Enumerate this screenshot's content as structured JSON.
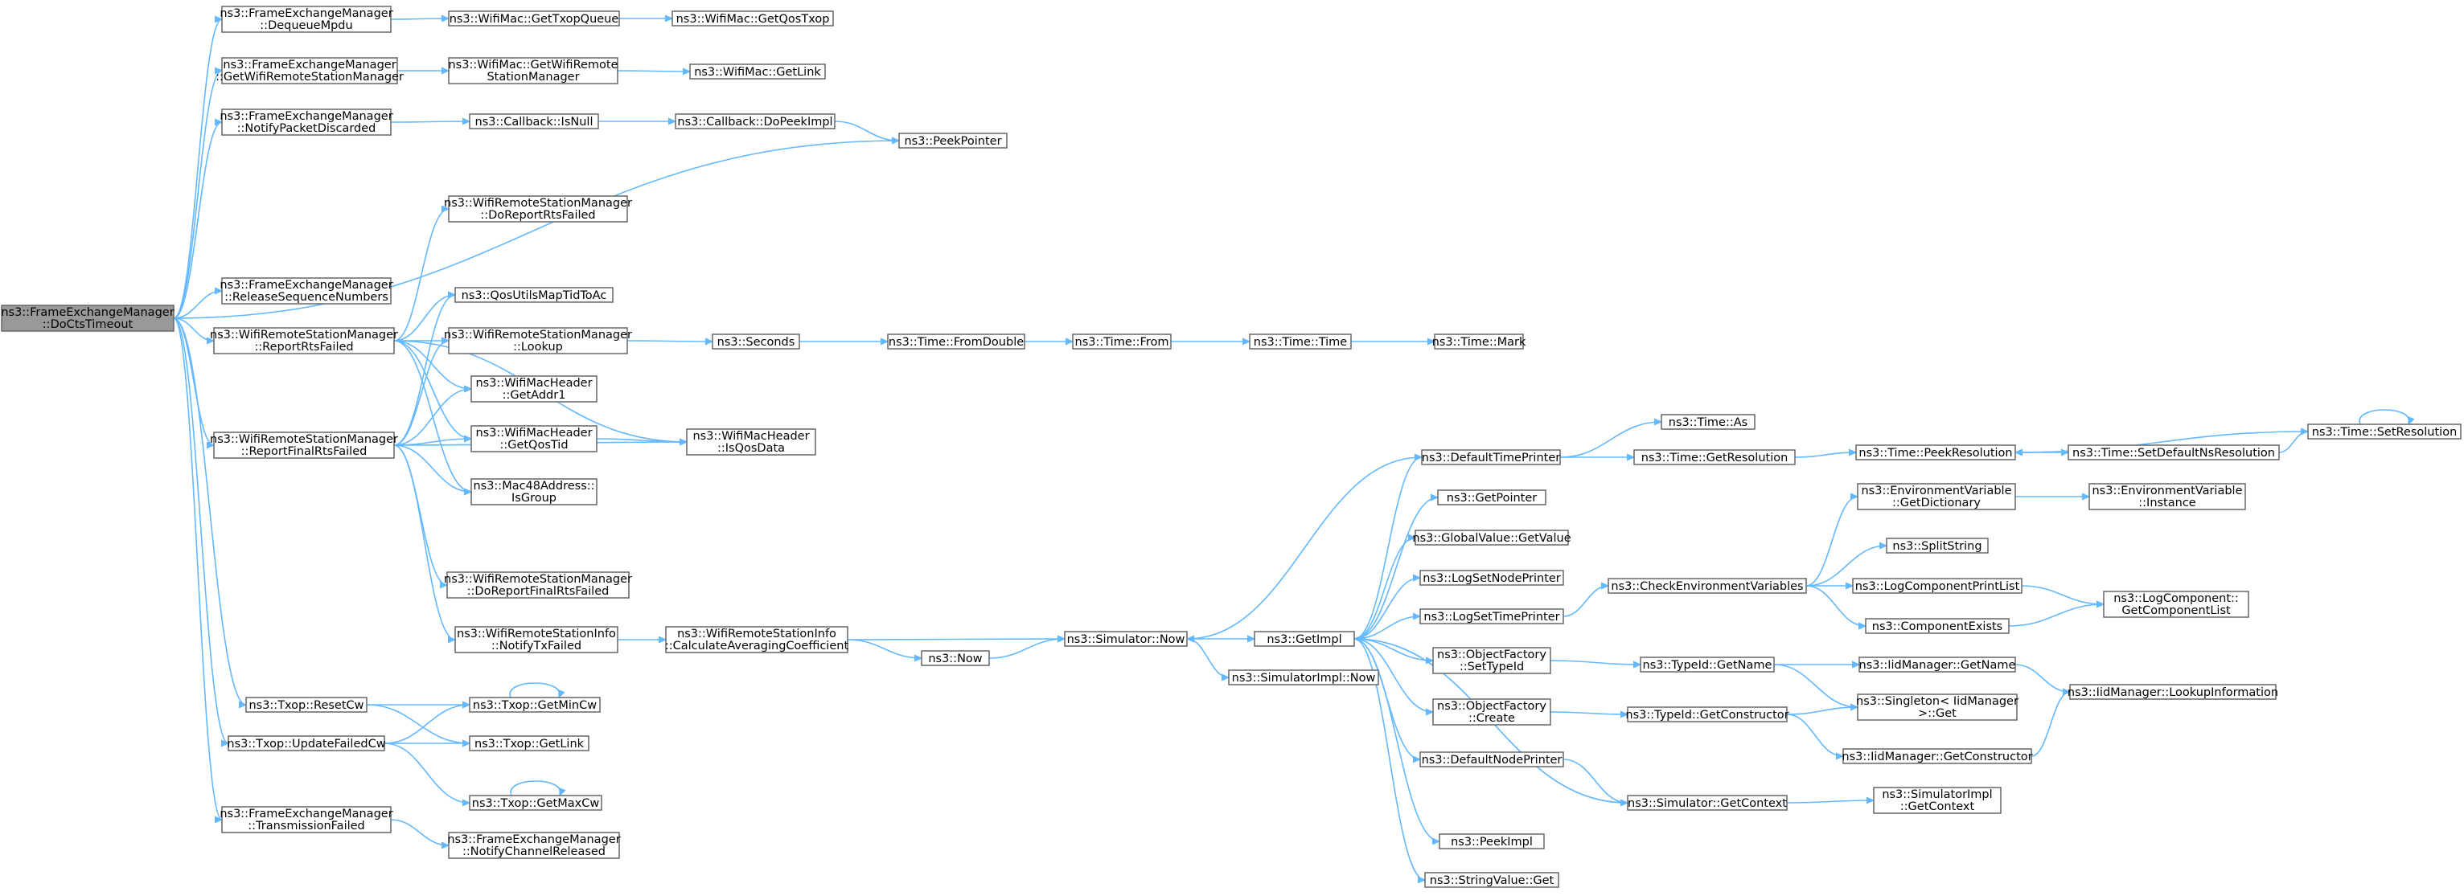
{
  "nodes": [
    {
      "id": "root",
      "label": [
        "ns3::FrameExchangeManager",
        "::DoCtsTimeout"
      ],
      "root": true
    },
    {
      "id": "dequeueMpdu",
      "label": [
        "ns3::FrameExchangeManager",
        "::DequeueMpdu"
      ]
    },
    {
      "id": "getWifiRSM",
      "label": [
        "ns3::FrameExchangeManager",
        "::GetWifiRemoteStationManager"
      ]
    },
    {
      "id": "notifyPacketDiscarded",
      "label": [
        "ns3::FrameExchangeManager",
        "::NotifyPacketDiscarded"
      ]
    },
    {
      "id": "releaseSeqNums",
      "label": [
        "ns3::FrameExchangeManager",
        "::ReleaseSequenceNumbers"
      ]
    },
    {
      "id": "reportRtsFailed",
      "label": [
        "ns3::WifiRemoteStationManager",
        "::ReportRtsFailed"
      ]
    },
    {
      "id": "reportFinalRtsFailed",
      "label": [
        "ns3::WifiRemoteStationManager",
        "::ReportFinalRtsFailed"
      ]
    },
    {
      "id": "resetCw",
      "label": [
        "ns3::Txop::ResetCw"
      ]
    },
    {
      "id": "updateFailedCw",
      "label": [
        "ns3::Txop::UpdateFailedCw"
      ]
    },
    {
      "id": "transmissionFailed",
      "label": [
        "ns3::FrameExchangeManager",
        "::TransmissionFailed"
      ]
    },
    {
      "id": "getTxopQueue",
      "label": [
        "ns3::WifiMac::GetTxopQueue"
      ]
    },
    {
      "id": "getQosTxop",
      "label": [
        "ns3::WifiMac::GetQosTxop"
      ]
    },
    {
      "id": "macGetWifiRSM",
      "label": [
        "ns3::WifiMac::GetWifiRemote",
        "StationManager"
      ]
    },
    {
      "id": "macGetLink",
      "label": [
        "ns3::WifiMac::GetLink"
      ]
    },
    {
      "id": "cbIsNull",
      "label": [
        "ns3::Callback::IsNull"
      ]
    },
    {
      "id": "cbDoPeekImpl",
      "label": [
        "ns3::Callback::DoPeekImpl"
      ]
    },
    {
      "id": "peekPointer",
      "label": [
        "ns3::PeekPointer"
      ]
    },
    {
      "id": "doReportRtsFailed",
      "label": [
        "ns3::WifiRemoteStationManager",
        "::DoReportRtsFailed"
      ]
    },
    {
      "id": "qosUtils",
      "label": [
        "ns3::QosUtilsMapTidToAc"
      ]
    },
    {
      "id": "lookup",
      "label": [
        "ns3::WifiRemoteStationManager",
        "::Lookup"
      ]
    },
    {
      "id": "getAddr1",
      "label": [
        "ns3::WifiMacHeader",
        "::GetAddr1"
      ]
    },
    {
      "id": "getQosTid",
      "label": [
        "ns3::WifiMacHeader",
        "::GetQosTid"
      ]
    },
    {
      "id": "isQosData",
      "label": [
        "ns3::WifiMacHeader",
        "::IsQosData"
      ]
    },
    {
      "id": "isGroup",
      "label": [
        "ns3::Mac48Address::",
        "IsGroup"
      ]
    },
    {
      "id": "doReportFinalRtsFailed",
      "label": [
        "ns3::WifiRemoteStationManager",
        "::DoReportFinalRtsFailed"
      ]
    },
    {
      "id": "notifyTxFailed",
      "label": [
        "ns3::WifiRemoteStationInfo",
        "::NotifyTxFailed"
      ]
    },
    {
      "id": "calcAvgCoef",
      "label": [
        "ns3::WifiRemoteStationInfo",
        "::CalculateAveragingCoefficient"
      ]
    },
    {
      "id": "now",
      "label": [
        "ns3::Now"
      ]
    },
    {
      "id": "simNow",
      "label": [
        "ns3::Simulator::Now"
      ]
    },
    {
      "id": "getImpl",
      "label": [
        "ns3::GetImpl"
      ]
    },
    {
      "id": "simImplNow",
      "label": [
        "ns3::SimulatorImpl::Now"
      ]
    },
    {
      "id": "seconds",
      "label": [
        "ns3::Seconds"
      ]
    },
    {
      "id": "fromDouble",
      "label": [
        "ns3::Time::FromDouble"
      ]
    },
    {
      "id": "timeFrom",
      "label": [
        "ns3::Time::From"
      ]
    },
    {
      "id": "timeTime",
      "label": [
        "ns3::Time::Time"
      ]
    },
    {
      "id": "timeMark",
      "label": [
        "ns3::Time::Mark"
      ]
    },
    {
      "id": "getMinCw",
      "label": [
        "ns3::Txop::GetMinCw"
      ]
    },
    {
      "id": "txopGetLink",
      "label": [
        "ns3::Txop::GetLink"
      ]
    },
    {
      "id": "getMaxCw",
      "label": [
        "ns3::Txop::GetMaxCw"
      ]
    },
    {
      "id": "notifyChannelReleased",
      "label": [
        "ns3::FrameExchangeManager",
        "::NotifyChannelReleased"
      ]
    },
    {
      "id": "defaultTimePrinter",
      "label": [
        "ns3::DefaultTimePrinter"
      ]
    },
    {
      "id": "timeAs",
      "label": [
        "ns3::Time::As"
      ]
    },
    {
      "id": "getResolution",
      "label": [
        "ns3::Time::GetResolution"
      ]
    },
    {
      "id": "peekResolution",
      "label": [
        "ns3::Time::PeekResolution"
      ]
    },
    {
      "id": "setDefaultNsRes",
      "label": [
        "ns3::Time::SetDefaultNsResolution"
      ]
    },
    {
      "id": "setResolution",
      "label": [
        "ns3::Time::SetResolution"
      ]
    },
    {
      "id": "getPointer",
      "label": [
        "ns3::GetPointer"
      ]
    },
    {
      "id": "globalValueGet",
      "label": [
        "ns3::GlobalValue::GetValue"
      ]
    },
    {
      "id": "logSetNodePrinter",
      "label": [
        "ns3::LogSetNodePrinter"
      ]
    },
    {
      "id": "logSetTimePrinter",
      "label": [
        "ns3::LogSetTimePrinter"
      ]
    },
    {
      "id": "objFactorySetTypeId",
      "label": [
        "ns3::ObjectFactory",
        "::SetTypeId"
      ]
    },
    {
      "id": "objFactoryCreate",
      "label": [
        "ns3::ObjectFactory",
        "::Create"
      ]
    },
    {
      "id": "defaultNodePrinter",
      "label": [
        "ns3::DefaultNodePrinter"
      ]
    },
    {
      "id": "peekImpl",
      "label": [
        "ns3::PeekImpl"
      ]
    },
    {
      "id": "stringValueGet",
      "label": [
        "ns3::StringValue::Get"
      ]
    },
    {
      "id": "checkEnvVars",
      "label": [
        "ns3::CheckEnvironmentVariables"
      ]
    },
    {
      "id": "envGetDict",
      "label": [
        "ns3::EnvironmentVariable",
        "::GetDictionary"
      ]
    },
    {
      "id": "envInstance",
      "label": [
        "ns3::EnvironmentVariable",
        "::Instance"
      ]
    },
    {
      "id": "splitString",
      "label": [
        "ns3::SplitString"
      ]
    },
    {
      "id": "logCompPrintList",
      "label": [
        "ns3::LogComponentPrintList"
      ]
    },
    {
      "id": "componentExists",
      "label": [
        "ns3::ComponentExists"
      ]
    },
    {
      "id": "logCompGetList",
      "label": [
        "ns3::LogComponent::",
        "GetComponentList"
      ]
    },
    {
      "id": "typeIdGetName",
      "label": [
        "ns3::TypeId::GetName"
      ]
    },
    {
      "id": "typeIdGetCtor",
      "label": [
        "ns3::TypeId::GetConstructor"
      ]
    },
    {
      "id": "iidGetName",
      "label": [
        "ns3::IidManager::GetName"
      ]
    },
    {
      "id": "singletonGet",
      "label": [
        "ns3::Singleton< IidManager",
        " >::Get"
      ]
    },
    {
      "id": "iidGetCtor",
      "label": [
        "ns3::IidManager::GetConstructor"
      ]
    },
    {
      "id": "iidLookupInfo",
      "label": [
        "ns3::IidManager::LookupInformation"
      ]
    },
    {
      "id": "simGetContext",
      "label": [
        "ns3::Simulator::GetContext"
      ]
    },
    {
      "id": "simImplGetContext",
      "label": [
        "ns3::SimulatorImpl",
        "::GetContext"
      ]
    }
  ],
  "edges": [
    [
      "root",
      "dequeueMpdu"
    ],
    [
      "root",
      "getWifiRSM"
    ],
    [
      "root",
      "notifyPacketDiscarded"
    ],
    [
      "root",
      "peekPointer"
    ],
    [
      "root",
      "releaseSeqNums"
    ],
    [
      "root",
      "reportRtsFailed"
    ],
    [
      "root",
      "reportFinalRtsFailed"
    ],
    [
      "root",
      "resetCw"
    ],
    [
      "root",
      "updateFailedCw"
    ],
    [
      "root",
      "transmissionFailed"
    ],
    [
      "dequeueMpdu",
      "getTxopQueue"
    ],
    [
      "getTxopQueue",
      "getQosTxop"
    ],
    [
      "getWifiRSM",
      "macGetWifiRSM"
    ],
    [
      "macGetWifiRSM",
      "macGetLink"
    ],
    [
      "notifyPacketDiscarded",
      "cbIsNull"
    ],
    [
      "cbIsNull",
      "cbDoPeekImpl"
    ],
    [
      "cbDoPeekImpl",
      "peekPointer"
    ],
    [
      "reportRtsFailed",
      "doReportRtsFailed"
    ],
    [
      "reportRtsFailed",
      "qosUtils"
    ],
    [
      "reportRtsFailed",
      "lookup"
    ],
    [
      "reportRtsFailed",
      "getAddr1"
    ],
    [
      "reportRtsFailed",
      "getQosTid"
    ],
    [
      "reportRtsFailed",
      "isQosData"
    ],
    [
      "reportRtsFailed",
      "isGroup"
    ],
    [
      "reportFinalRtsFailed",
      "qosUtils"
    ],
    [
      "reportFinalRtsFailed",
      "lookup"
    ],
    [
      "reportFinalRtsFailed",
      "getAddr1"
    ],
    [
      "reportFinalRtsFailed",
      "getQosTid"
    ],
    [
      "reportFinalRtsFailed",
      "isQosData"
    ],
    [
      "reportFinalRtsFailed",
      "isGroup"
    ],
    [
      "reportFinalRtsFailed",
      "doReportFinalRtsFailed"
    ],
    [
      "reportFinalRtsFailed",
      "notifyTxFailed"
    ],
    [
      "lookup",
      "seconds"
    ],
    [
      "seconds",
      "fromDouble"
    ],
    [
      "fromDouble",
      "timeFrom"
    ],
    [
      "timeFrom",
      "timeTime"
    ],
    [
      "timeTime",
      "timeMark"
    ],
    [
      "getQosTid",
      "isQosData"
    ],
    [
      "notifyTxFailed",
      "calcAvgCoef"
    ],
    [
      "calcAvgCoef",
      "now"
    ],
    [
      "calcAvgCoef",
      "simNow"
    ],
    [
      "now",
      "simNow"
    ],
    [
      "simNow",
      "getImpl"
    ],
    [
      "simNow",
      "simImplNow"
    ],
    [
      "getImpl",
      "defaultTimePrinter"
    ],
    [
      "getImpl",
      "getPointer"
    ],
    [
      "getImpl",
      "globalValueGet"
    ],
    [
      "getImpl",
      "logSetNodePrinter"
    ],
    [
      "getImpl",
      "logSetTimePrinter"
    ],
    [
      "getImpl",
      "objFactorySetTypeId"
    ],
    [
      "getImpl",
      "objFactoryCreate"
    ],
    [
      "getImpl",
      "defaultNodePrinter"
    ],
    [
      "getImpl",
      "peekImpl"
    ],
    [
      "getImpl",
      "stringValueGet"
    ],
    [
      "getImpl",
      "simGetContext"
    ],
    [
      "defaultTimePrinter",
      "simNow"
    ],
    [
      "defaultTimePrinter",
      "timeAs"
    ],
    [
      "defaultTimePrinter",
      "getResolution"
    ],
    [
      "getResolution",
      "peekResolution"
    ],
    [
      "peekResolution",
      "setDefaultNsRes"
    ],
    [
      "setDefaultNsRes",
      "setResolution"
    ],
    [
      "setResolution",
      "peekResolution"
    ],
    [
      "setResolution",
      "setResolution"
    ],
    [
      "logSetTimePrinter",
      "checkEnvVars"
    ],
    [
      "checkEnvVars",
      "envGetDict"
    ],
    [
      "checkEnvVars",
      "splitString"
    ],
    [
      "checkEnvVars",
      "logCompPrintList"
    ],
    [
      "checkEnvVars",
      "componentExists"
    ],
    [
      "envGetDict",
      "envInstance"
    ],
    [
      "logCompPrintList",
      "logCompGetList"
    ],
    [
      "componentExists",
      "logCompGetList"
    ],
    [
      "objFactorySetTypeId",
      "typeIdGetName"
    ],
    [
      "typeIdGetName",
      "iidGetName"
    ],
    [
      "typeIdGetName",
      "singletonGet"
    ],
    [
      "iidGetName",
      "iidLookupInfo"
    ],
    [
      "objFactoryCreate",
      "typeIdGetCtor"
    ],
    [
      "typeIdGetCtor",
      "singletonGet"
    ],
    [
      "typeIdGetCtor",
      "iidGetCtor"
    ],
    [
      "iidGetCtor",
      "iidLookupInfo"
    ],
    [
      "defaultNodePrinter",
      "simGetContext"
    ],
    [
      "simGetContext",
      "getImpl"
    ],
    [
      "simGetContext",
      "simImplGetContext"
    ],
    [
      "resetCw",
      "getMinCw"
    ],
    [
      "resetCw",
      "txopGetLink"
    ],
    [
      "updateFailedCw",
      "getMinCw"
    ],
    [
      "updateFailedCw",
      "txopGetLink"
    ],
    [
      "updateFailedCw",
      "getMaxCw"
    ],
    [
      "getMinCw",
      "getMinCw"
    ],
    [
      "getMaxCw",
      "getMaxCw"
    ],
    [
      "transmissionFailed",
      "notifyChannelReleased"
    ]
  ]
}
